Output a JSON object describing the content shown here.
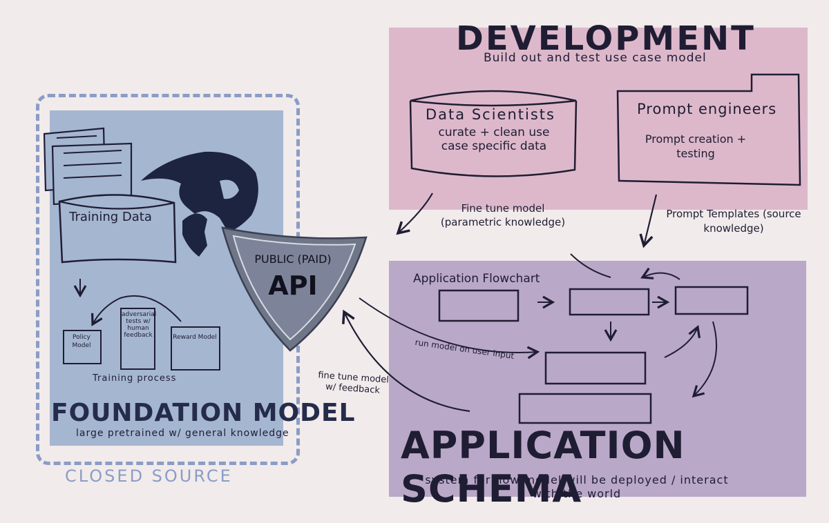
{
  "development": {
    "title": "DEVELOPMENT",
    "subtitle": "Build out and test use case model",
    "data_scientists": {
      "title": "Data Scientists",
      "body": "curate + clean use case specific data"
    },
    "prompt_engineers": {
      "title": "Prompt engineers",
      "body": "Prompt creation + testing"
    }
  },
  "arrows": {
    "fine_tune_model": "Fine tune model (parametric knowledge)",
    "prompt_templates": "Prompt Templates (source knowledge)",
    "run_model": "run model on user input",
    "fine_tune_feedback": "fine tune model w/ feedback"
  },
  "application": {
    "flowchart_label": "Application Flowchart",
    "title": "APPLICATION SCHEMA",
    "subtitle": "system for how model will be deployed / interact with the world"
  },
  "foundation": {
    "training_data": "Training Data",
    "policy_model": "Policy Model",
    "adversarial_tests": "adversarial tests w/ human feedback",
    "reward_model": "Reward Model",
    "training_process": "Training process",
    "title": "FOUNDATION MODEL",
    "subtitle": "large pretrained w/ general knowledge",
    "closed_source": "CLOSED SOURCE"
  },
  "api": {
    "public_label": "PUBLIC (PAID)",
    "label": "API"
  },
  "colors": {
    "development_panel": "#ddb8cb",
    "application_panel": "#baa8c8",
    "foundation_panel": "#a5b6d1",
    "closed_source_border": "#8b9cc6",
    "api_shield": "#6f7688",
    "ink": "#1f1d33",
    "globe": "#1c2440",
    "background": "#f1ebeb"
  }
}
